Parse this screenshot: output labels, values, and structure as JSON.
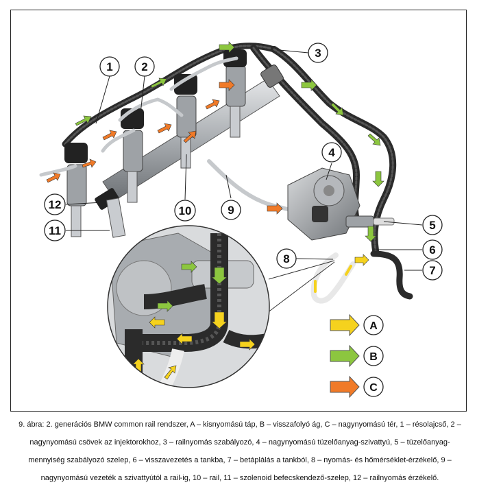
{
  "callouts": [
    {
      "id": "1",
      "label": "1"
    },
    {
      "id": "2",
      "label": "2"
    },
    {
      "id": "3",
      "label": "3"
    },
    {
      "id": "4",
      "label": "4"
    },
    {
      "id": "5",
      "label": "5"
    },
    {
      "id": "6",
      "label": "6"
    },
    {
      "id": "7",
      "label": "7"
    },
    {
      "id": "8",
      "label": "8"
    },
    {
      "id": "9",
      "label": "9"
    },
    {
      "id": "10",
      "label": "10"
    },
    {
      "id": "11",
      "label": "11"
    },
    {
      "id": "12",
      "label": "12"
    }
  ],
  "legend": [
    {
      "key": "A",
      "label": "A",
      "color": "#f5d21e"
    },
    {
      "key": "B",
      "label": "B",
      "color": "#8cc63f"
    },
    {
      "key": "C",
      "label": "C",
      "color": "#f07a28"
    }
  ],
  "colors": {
    "low_pressure": "#f5d21e",
    "return": "#8cc63f",
    "high_pressure": "#f07a28",
    "metal": "#b9bcc0",
    "hose": "#2b2b2b"
  },
  "caption": "9. ábra: 2. generációs BMW common rail rendszer, A – kisnyomású táp, B – visszafolyó ág, C – nagynyomású tér, 1 – résolajcső, 2 – nagynyomású csövek az injektorokhoz, 3 – railnyomás szabályozó, 4 – nagynyomású tüzelőanyag-szivattyú, 5 – tüzelőanyag-mennyiség szabályozó szelep, 6 – visszavezetés a tankba, 7 – betáplálás a tankból, 8 – nyomás- és hőmérséklet-érzékelő, 9 – nagynyomású vezeték a szivattyútól a rail-ig, 10 – rail, 11 – szolenoid befecskendező-szelep, 12 – railnyomás érzékelő."
}
